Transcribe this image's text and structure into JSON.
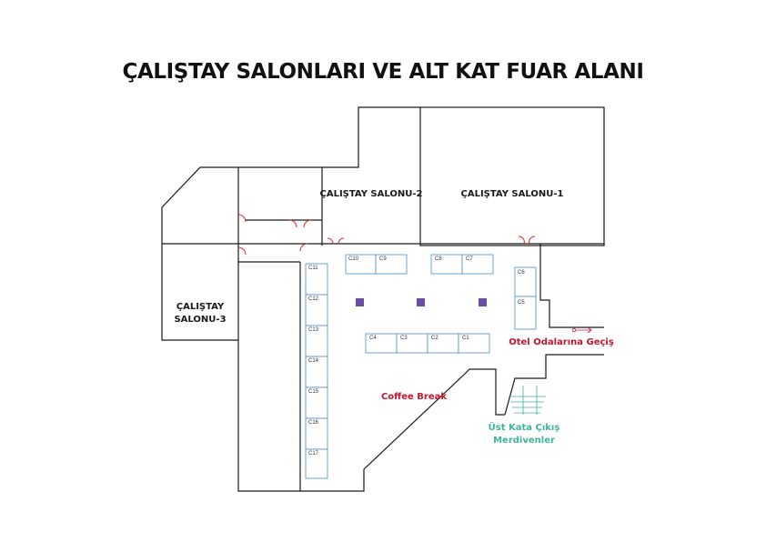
{
  "title": "ÇALIŞTAY SALONLARI VE ALT KAT FUAR ALANI",
  "rooms": {
    "salon1": "ÇALIŞTAY SALONU-1",
    "salon2": "ÇALIŞTAY SALONU-2",
    "salon3_line1": "ÇALIŞTAY",
    "salon3_line2": "SALONU-3"
  },
  "labels": {
    "coffee_break": "Coffee Break",
    "hotel_passage": "Otel Odalarına Geçiş",
    "stairs_line1": "Üst Kata Çıkış",
    "stairs_line2": "Merdivenler"
  },
  "booths": [
    "C1",
    "C2",
    "C3",
    "C4",
    "C5",
    "C6",
    "C7",
    "C8",
    "C9",
    "C10",
    "C11",
    "C12",
    "C13",
    "C14",
    "C15",
    "C16",
    "C17"
  ],
  "colors": {
    "wall": "#1a1a1a",
    "door": "#e0242d",
    "booth_border": "#4a8ec9",
    "marker": "#6a4da8",
    "red_text": "#c4162f",
    "green_text": "#3fb39a"
  }
}
